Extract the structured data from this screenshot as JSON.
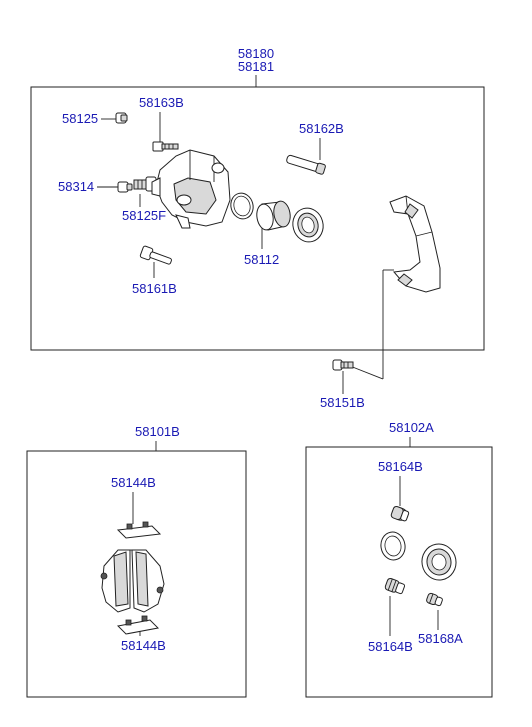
{
  "labels": {
    "caliper_assy_1": "58180",
    "caliper_assy_2": "58181",
    "bolt": "58125",
    "guide_bolt_top": "58163B",
    "guide_rod": "58162B",
    "bleeder_cap": "58314",
    "bleeder_screw": "58125F",
    "piston": "58112",
    "guide_rod_lower": "58161B",
    "bracket_bolt": "58151B",
    "pad_kit": "58101B",
    "clip_top": "58144B",
    "clip_bottom": "58144B",
    "seal_kit": "58102A",
    "boot_top": "58164B",
    "boot_bottom": "58164B",
    "boot_small": "58168A"
  }
}
